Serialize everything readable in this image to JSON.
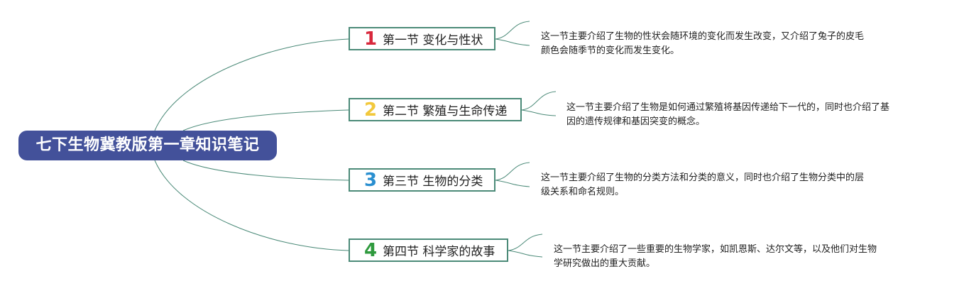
{
  "root": {
    "title": "七下生物冀教版第一章知识笔记"
  },
  "topics": [
    {
      "number": "1",
      "number_color": "#d8283c",
      "label": "第一节 变化与性状",
      "note_lines": [
        "这一节主要介绍了生物的性状会随环境的变化而发生改变，又介绍了兔子的皮毛",
        "颜色会随季节的变化而发生变化。"
      ]
    },
    {
      "number": "2",
      "number_color": "#f2c83c",
      "label": "第二节 繁殖与生命传递",
      "note_lines": [
        "这一节主要介绍了生物是如何通过繁殖将基因传递给下一代的，同时也介绍了基",
        "因的遗传规律和基因突变的概念。"
      ]
    },
    {
      "number": "3",
      "number_color": "#2a8fd0",
      "label": "第三节 生物的分类",
      "note_lines": [
        "这一节主要介绍了生物的分类方法和分类的意义，同时也介绍了生物分类中的层",
        "级关系和命名规则。"
      ]
    },
    {
      "number": "4",
      "number_color": "#2f9a3e",
      "label": "第四节 科学家的故事",
      "note_lines": [
        "这一节主要介绍了一些重要的生物学家，如凯恩斯、达尔文等，以及他们对生物",
        "学研究做出的重大贡献。"
      ]
    }
  ],
  "colors": {
    "root_bg": "#43519a",
    "branch_line": "#4b8a78"
  }
}
